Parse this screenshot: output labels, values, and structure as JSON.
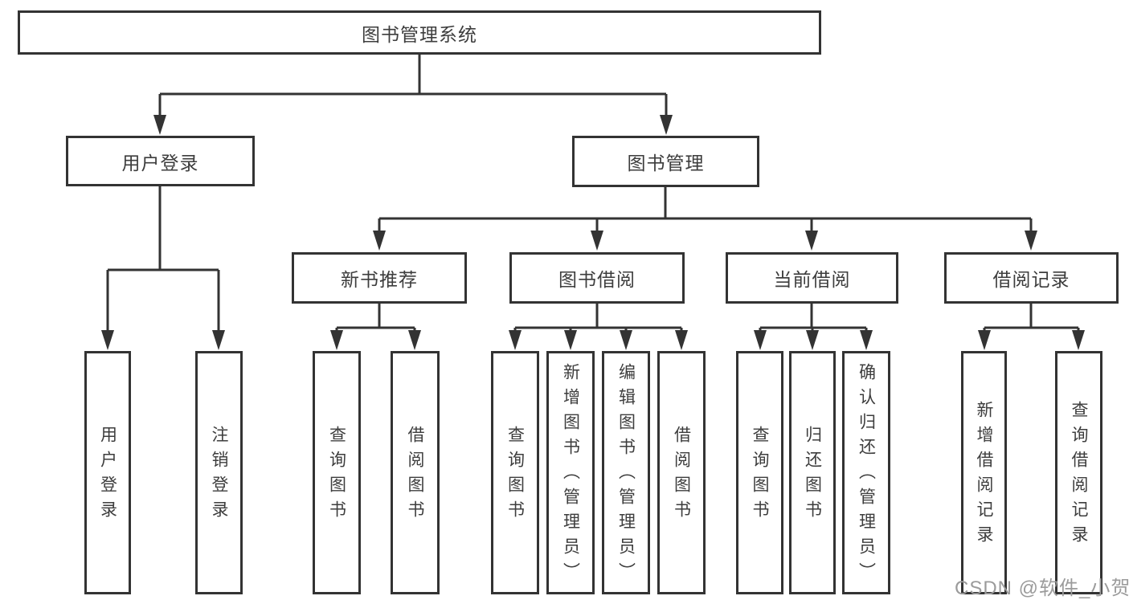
{
  "colors": {
    "line": "#333333",
    "text": "#3d3d3d",
    "box_background": "#ffffff",
    "watermark": "#9b9b9b"
  },
  "tree": {
    "label": "图书管理系统",
    "children": [
      {
        "label": "用户登录",
        "children": [
          {
            "label": "用户登录"
          },
          {
            "label": "注销登录"
          }
        ]
      },
      {
        "label": "图书管理",
        "children": [
          {
            "label": "新书推荐",
            "children": [
              {
                "label": "查询图书"
              },
              {
                "label": "借阅图书"
              }
            ]
          },
          {
            "label": "图书借阅",
            "children": [
              {
                "label": "查询图书"
              },
              {
                "label": "新增图书（管理员）"
              },
              {
                "label": "编辑图书（管理员）"
              },
              {
                "label": "借阅图书"
              }
            ]
          },
          {
            "label": "当前借阅",
            "children": [
              {
                "label": "查询图书"
              },
              {
                "label": "归还图书"
              },
              {
                "label": "确认归还（管理员）"
              }
            ]
          },
          {
            "label": "借阅记录",
            "children": [
              {
                "label": "新增借阅记录"
              },
              {
                "label": "查询借阅记录"
              }
            ]
          }
        ]
      }
    ]
  },
  "watermark": {
    "text": "CSDN @软件_小贺同学"
  }
}
